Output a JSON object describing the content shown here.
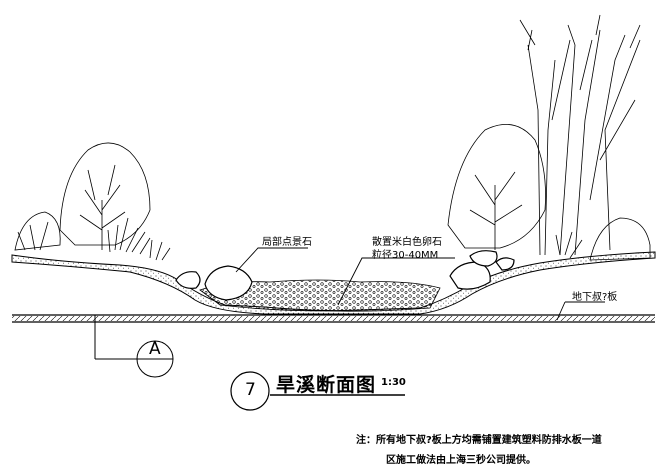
{
  "callouts": {
    "feature_stone": "局部点景石",
    "pebbles_line1": "散置米白色卵石",
    "pebbles_line2": "粒径30-40MM",
    "drainage_board": "地下叔?板"
  },
  "section_marker": {
    "letter": "A"
  },
  "drawing_title": {
    "number": "7",
    "text": "旱溪断面图",
    "scale": "1:30"
  },
  "note": {
    "line1": "注：所有地下叔?板上方均需铺置建筑塑料防排水板一道",
    "line2": "区施工做法由上海三秒公司提供。"
  }
}
